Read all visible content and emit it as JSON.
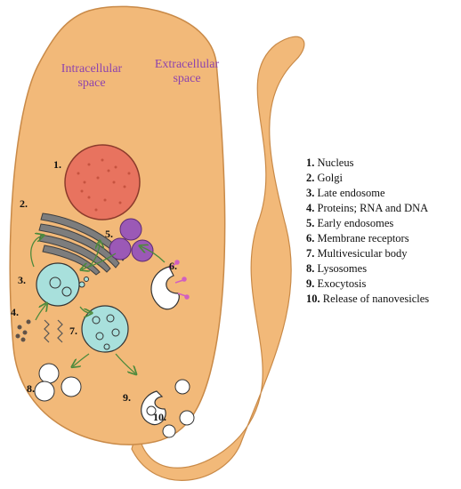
{
  "regions": {
    "intracellular": [
      "Intracellular",
      "space"
    ],
    "extracellular": [
      "Extracellular",
      "space"
    ]
  },
  "legend": [
    {
      "num": "1.",
      "text": "Nucleus"
    },
    {
      "num": "2.",
      "text": "Golgi"
    },
    {
      "num": "3.",
      "text": "Late endosome"
    },
    {
      "num": "4.",
      "text": "Proteins; RNA and DNA"
    },
    {
      "num": "5.",
      "text": "Early endosomes"
    },
    {
      "num": "6.",
      "text": "Membrane receptors"
    },
    {
      "num": "7.",
      "text": "Multivesicular body"
    },
    {
      "num": "8.",
      "text": "Lysosomes"
    },
    {
      "num": "9.",
      "text": "Exocytosis"
    },
    {
      "num": "10.",
      "text": "Release of nanovesicles"
    }
  ],
  "markers": [
    "1.",
    "2.",
    "3.",
    "4.",
    "5.",
    "6.",
    "7.",
    "8.",
    "9.",
    "10."
  ],
  "colors": {
    "cell": "#f2b979",
    "nucleus": "#e8735f",
    "golgi": "#7d7d7d",
    "endosome": "#a8e0dc",
    "early_endosome": "#9b59b6",
    "receptor": "#d15fc0",
    "label_purple": "#8e44ad",
    "arrow": "#4c8a3c"
  }
}
